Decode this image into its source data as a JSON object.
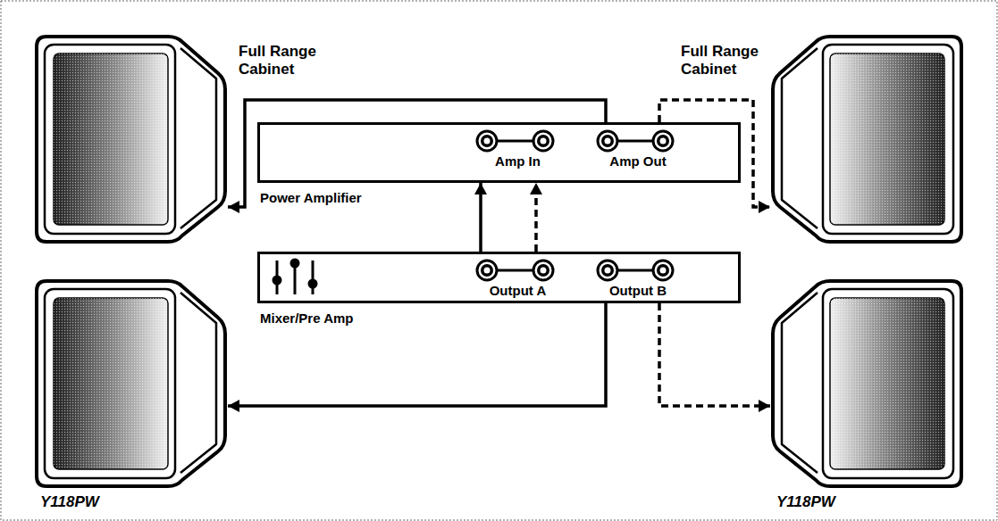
{
  "diagram": {
    "nodes": [
      {
        "text": [
          "Full Range Cabinet"
        ]
      },
      {
        "text": [
          "Full Range Cabinet"
        ]
      },
      {
        "text": [
          "Power Amplifier",
          "Amp In",
          "Amp Out"
        ]
      },
      {
        "text": [
          "Mixer/Pre Amp",
          "Output A",
          "Output B"
        ]
      },
      {
        "text": [
          "Y118PW"
        ]
      },
      {
        "text": [
          "Y118PW"
        ]
      }
    ],
    "edges": [
      {
        "from": 2,
        "to": 0,
        "arrow": "to"
      },
      {
        "from": 2,
        "to": 1,
        "arrow": "to"
      },
      {
        "from": 3,
        "to": 2,
        "arrow": "to"
      },
      {
        "from": 3,
        "to": 2,
        "arrow": "to"
      },
      {
        "from": 3,
        "to": 4,
        "arrow": "to"
      },
      {
        "from": 3,
        "to": 5,
        "arrow": "to"
      }
    ]
  }
}
